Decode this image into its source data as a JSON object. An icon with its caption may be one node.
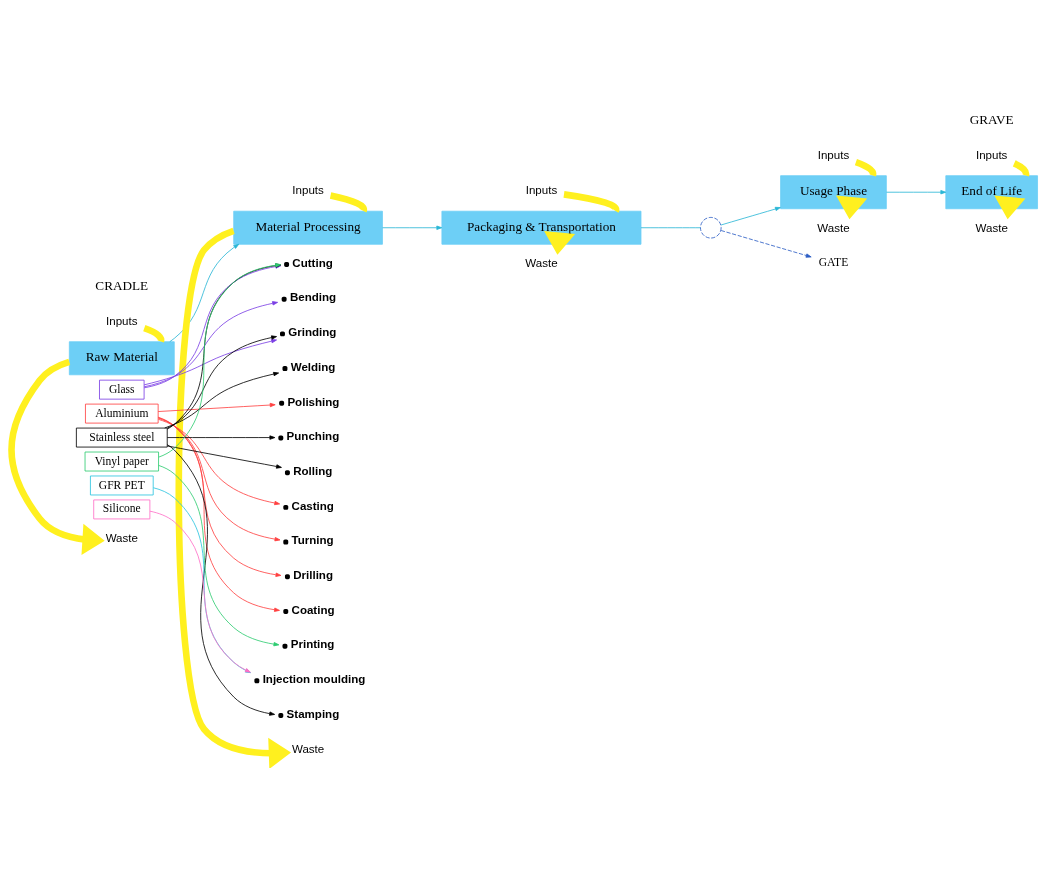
{
  "diagram": {
    "nodes": [
      {
        "text": [
          "Raw Material"
        ]
      },
      {
        "text": [
          "Material Processing"
        ]
      },
      {
        "text": [
          "Packaging & Transportation"
        ]
      },
      {
        "text": [
          "Usage Phase"
        ]
      },
      {
        "text": [
          "End of Life"
        ]
      },
      {
        "text": [],
        "shape": "circle"
      },
      {
        "text": [
          "GATE"
        ]
      },
      {
        "text": [
          "Inputs"
        ]
      },
      {
        "text": [
          "Inputs"
        ]
      },
      {
        "text": [
          "Inputs"
        ]
      },
      {
        "text": [
          "Inputs"
        ]
      },
      {
        "text": [
          "Inputs"
        ]
      },
      {
        "text": [
          "Waste"
        ]
      },
      {
        "text": [
          "Waste"
        ]
      },
      {
        "text": [
          "Waste"
        ]
      },
      {
        "text": [
          "Waste"
        ]
      },
      {
        "text": [
          "Waste"
        ]
      },
      {
        "text": [
          "Glass"
        ]
      },
      {
        "text": [
          "Aluminium"
        ]
      },
      {
        "text": [
          "Stainless steel"
        ]
      },
      {
        "text": [
          "Vinyl paper"
        ]
      },
      {
        "text": [
          "GFR PET"
        ]
      },
      {
        "text": [
          "Silicone"
        ]
      },
      {
        "text": [
          "Cutting"
        ]
      },
      {
        "text": [
          "Bending"
        ]
      },
      {
        "text": [
          "Grinding"
        ]
      },
      {
        "text": [
          "Welding"
        ]
      },
      {
        "text": [
          "Polishing"
        ]
      },
      {
        "text": [
          "Punching"
        ]
      },
      {
        "text": [
          "Rolling"
        ]
      },
      {
        "text": [
          "Casting"
        ]
      },
      {
        "text": [
          "Turning"
        ]
      },
      {
        "text": [
          "Drilling"
        ]
      },
      {
        "text": [
          "Coating"
        ]
      },
      {
        "text": [
          "Printing"
        ]
      },
      {
        "text": [
          "Injection moulding"
        ]
      },
      {
        "text": [
          "Stamping"
        ]
      }
    ],
    "edges": [
      {
        "from": 0,
        "to": 1,
        "arrow": "to",
        "color": "#29b6d6"
      },
      {
        "from": 1,
        "to": 2,
        "arrow": "to",
        "color": "#29b6d6"
      },
      {
        "from": 2,
        "to": 5,
        "arrow": "none",
        "color": "#29b6d6"
      },
      {
        "from": 5,
        "to": 3,
        "arrow": "to",
        "color": "#29b6d6"
      },
      {
        "from": 3,
        "to": 4,
        "arrow": "to",
        "color": "#29b6d6"
      },
      {
        "from": 5,
        "to": 6,
        "arrow": "to",
        "style": "dashed",
        "color": "#2a5cc4"
      },
      {
        "from": 7,
        "to": 0,
        "arrow": "none",
        "style": "thick",
        "color": "#fff01f"
      },
      {
        "from": 0,
        "to": 12,
        "arrow": "to",
        "style": "thick",
        "color": "#fff01f"
      },
      {
        "from": 8,
        "to": 1,
        "arrow": "none",
        "style": "thick",
        "color": "#fff01f"
      },
      {
        "from": 1,
        "to": 13,
        "arrow": "to",
        "style": "thick",
        "color": "#fff01f"
      },
      {
        "from": 9,
        "to": 2,
        "arrow": "none",
        "style": "thick",
        "color": "#fff01f"
      },
      {
        "from": 2,
        "to": 14,
        "arrow": "to",
        "style": "thick",
        "color": "#fff01f"
      },
      {
        "from": 10,
        "to": 3,
        "arrow": "none",
        "style": "thick",
        "color": "#fff01f"
      },
      {
        "from": 3,
        "to": 15,
        "arrow": "to",
        "style": "thick",
        "color": "#fff01f"
      },
      {
        "from": 11,
        "to": 4,
        "arrow": "none",
        "style": "thick",
        "color": "#fff01f"
      },
      {
        "from": 4,
        "to": 16,
        "arrow": "to",
        "style": "thick",
        "color": "#fff01f"
      },
      {
        "from": 17,
        "to": 23,
        "arrow": "to",
        "color": "#7b3fe4"
      },
      {
        "from": 17,
        "to": 24,
        "arrow": "to",
        "color": "#7b3fe4"
      },
      {
        "from": 17,
        "to": 25,
        "arrow": "to",
        "color": "#7b3fe4"
      },
      {
        "from": 18,
        "to": 27,
        "arrow": "to",
        "color": "#ff4040"
      },
      {
        "from": 18,
        "to": 30,
        "arrow": "to",
        "color": "#ff4040"
      },
      {
        "from": 18,
        "to": 31,
        "arrow": "to",
        "color": "#ff4040"
      },
      {
        "from": 18,
        "to": 32,
        "arrow": "to",
        "color": "#ff4040"
      },
      {
        "from": 18,
        "to": 33,
        "arrow": "to",
        "color": "#ff4040"
      },
      {
        "from": 19,
        "to": 23,
        "arrow": "to",
        "color": "#000000"
      },
      {
        "from": 19,
        "to": 25,
        "arrow": "to",
        "color": "#000000"
      },
      {
        "from": 19,
        "to": 26,
        "arrow": "to",
        "color": "#000000"
      },
      {
        "from": 19,
        "to": 28,
        "arrow": "to",
        "color": "#000000"
      },
      {
        "from": 19,
        "to": 29,
        "arrow": "to",
        "color": "#000000"
      },
      {
        "from": 19,
        "to": 36,
        "arrow": "to",
        "color": "#000000"
      },
      {
        "from": 20,
        "to": 23,
        "arrow": "to",
        "color": "#2ecc71"
      },
      {
        "from": 20,
        "to": 34,
        "arrow": "to",
        "color": "#2ecc71"
      },
      {
        "from": 21,
        "to": 35,
        "arrow": "to",
        "color": "#29c3e0"
      },
      {
        "from": 22,
        "to": 35,
        "arrow": "to",
        "color": "#ff6ec7"
      }
    ],
    "labels": [
      "CRADLE",
      "GRAVE"
    ]
  }
}
